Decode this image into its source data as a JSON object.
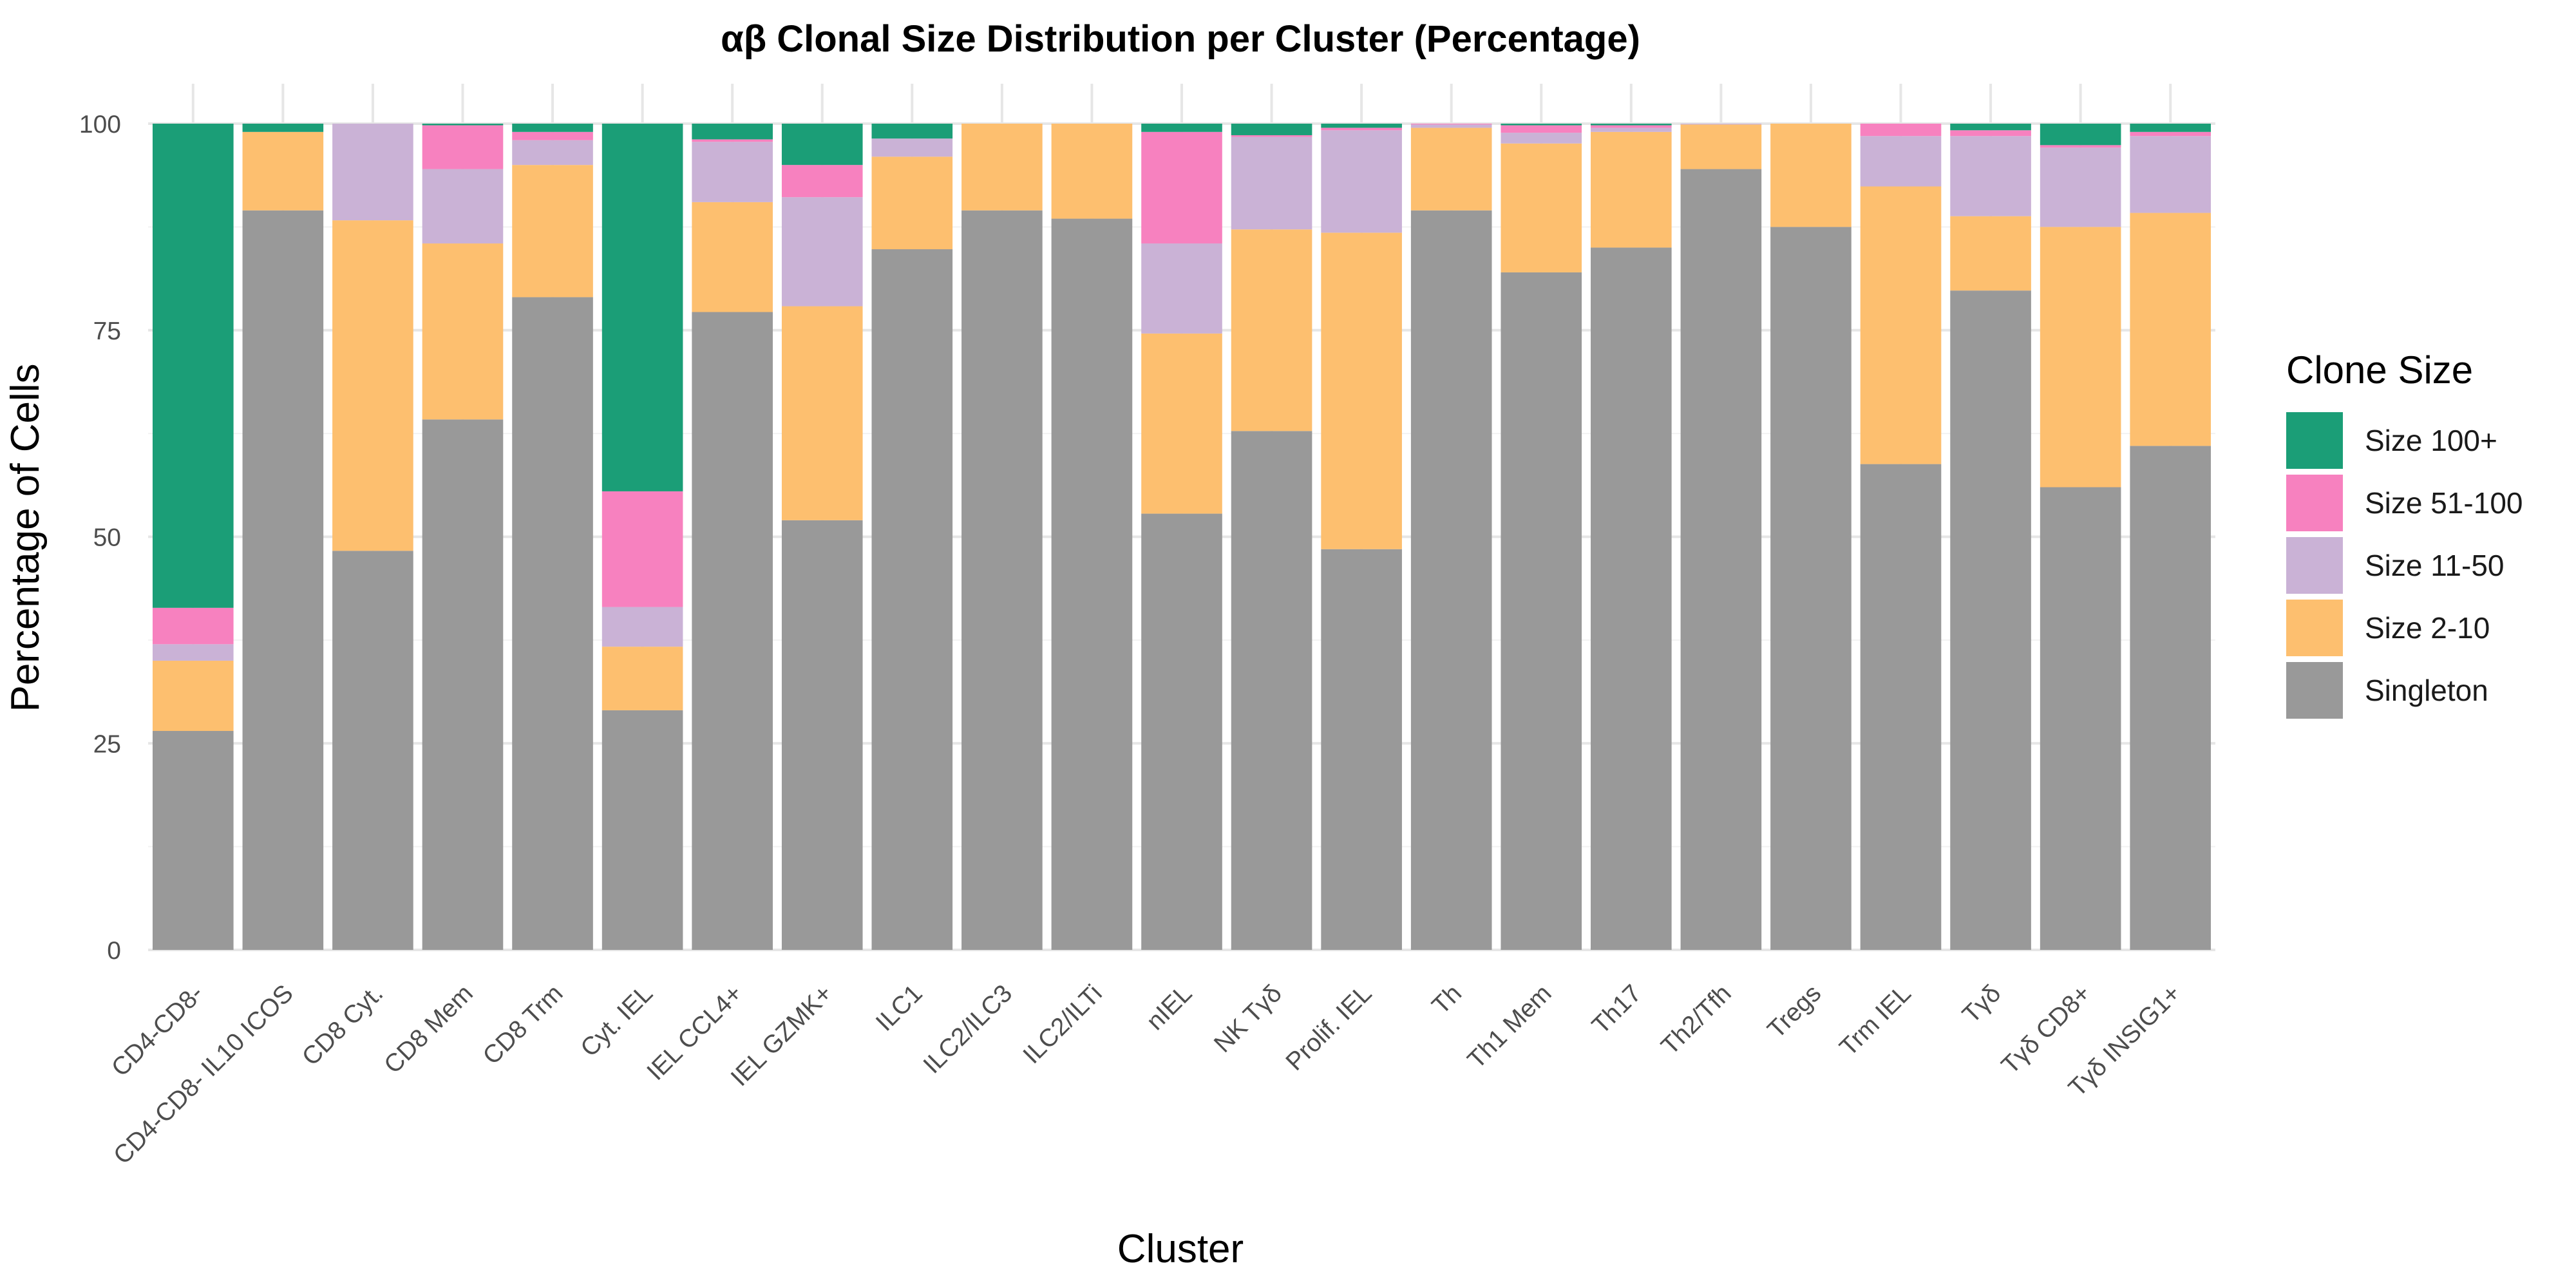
{
  "chart_data": {
    "type": "bar",
    "stacked": true,
    "title": "αβ Clonal Size Distribution per Cluster (Percentage)",
    "xlabel": "Cluster",
    "ylabel": "Percentage of Cells",
    "ylim": [
      0,
      100
    ],
    "yticks": [
      0,
      25,
      50,
      75,
      100
    ],
    "grid": true,
    "legend_title": "Clone Size",
    "legend_position": "right",
    "categories": [
      "CD4-CD8-",
      "CD4-CD8- IL10 ICOS",
      "CD8 Cyt.",
      "CD8 Mem",
      "CD8 Trm",
      "Cyt. IEL",
      "IEL CCL4+",
      "IEL GZMK+",
      "ILC1",
      "ILC2/ILC3",
      "ILC2/ILTi",
      "nIEL",
      "NK Tγδ",
      "Prolif. IEL",
      "Th",
      "Th1 Mem",
      "Th17",
      "Th2/Tfh",
      "Tregs",
      "Trm IEL",
      "Tγδ",
      "Tγδ CD8+",
      "Tγδ INSIG1+"
    ],
    "series": [
      {
        "name": "Singleton",
        "color": "#999999",
        "values": [
          26.5,
          89.5,
          48.3,
          64.2,
          79.0,
          29.0,
          77.2,
          52.0,
          84.8,
          89.5,
          88.5,
          52.8,
          62.8,
          48.5,
          89.5,
          82.0,
          85.0,
          94.5,
          87.5,
          58.8,
          79.8,
          56.0,
          61.0
        ]
      },
      {
        "name": "Size 2-10",
        "color": "#FDBF6F",
        "values": [
          8.5,
          9.5,
          40.0,
          21.3,
          16.0,
          7.7,
          13.3,
          25.9,
          11.2,
          10.5,
          11.5,
          21.8,
          24.4,
          38.3,
          10.0,
          15.6,
          14.0,
          5.4,
          12.5,
          33.6,
          9.0,
          31.5,
          28.2
        ]
      },
      {
        "name": "Size 11-50",
        "color": "#CAB2D6",
        "values": [
          2.0,
          0.0,
          11.7,
          9.0,
          3.0,
          4.8,
          7.3,
          13.2,
          2.2,
          0.0,
          0.0,
          10.9,
          11.2,
          12.4,
          0.4,
          1.3,
          0.5,
          0.1,
          0.0,
          6.1,
          9.7,
          9.6,
          9.3
        ]
      },
      {
        "name": "Size 51-100",
        "color": "#F781BF",
        "values": [
          4.4,
          0.0,
          0.0,
          5.3,
          1.0,
          14.0,
          0.3,
          3.9,
          0.0,
          0.0,
          0.0,
          13.5,
          0.2,
          0.3,
          0.1,
          0.9,
          0.3,
          0.0,
          0.0,
          1.5,
          0.7,
          0.3,
          0.5
        ]
      },
      {
        "name": "Size 100+",
        "color": "#1B9E77",
        "values": [
          58.6,
          1.0,
          0.0,
          0.2,
          1.0,
          44.5,
          1.9,
          5.0,
          1.8,
          0.0,
          0.0,
          1.0,
          1.4,
          0.5,
          0.0,
          0.2,
          0.2,
          0.0,
          0.0,
          0.0,
          0.8,
          2.6,
          1.0
        ]
      }
    ],
    "legend_order": [
      "Size 100+",
      "Size 51-100",
      "Size 11-50",
      "Size 2-10",
      "Singleton"
    ]
  }
}
